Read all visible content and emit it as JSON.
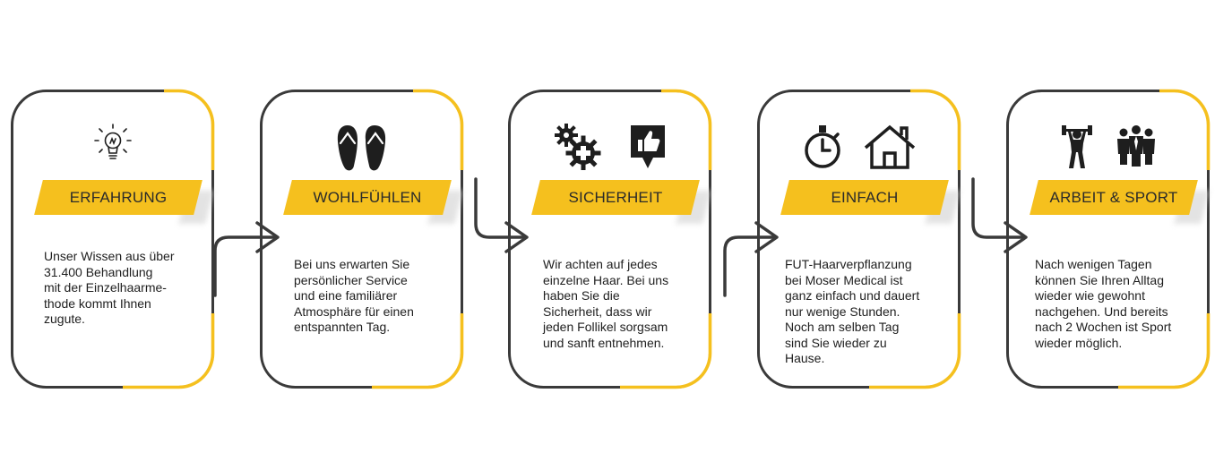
{
  "colors": {
    "accent": "#f5c01e",
    "outline": "#3a3a3a",
    "text": "#1e1e1e"
  },
  "steps": [
    {
      "title": "ERFAHRUNG",
      "icons": [
        "lightbulb-icon"
      ],
      "text": "Unser Wissen aus über\n31.400 Behandlung\nmit der Einzelhaarme-\nthode kommt Ihnen\nzugute."
    },
    {
      "title": "WOHLFÜHLEN",
      "icons": [
        "flip-flops-icon"
      ],
      "text": "Bei uns erwarten Sie\npersönlicher Service\nund eine   familiärer\nAtmosphäre für einen\nentspannten Tag."
    },
    {
      "title": "SICHERHEIT",
      "icons": [
        "gears-cross-icon",
        "thumbs-up-icon"
      ],
      "text": "Wir achten auf jedes\neinzelne Haar. Bei uns\nhaben Sie die\nSicherheit, dass wir\njeden Follikel sorgsam\nund sanft entnehmen."
    },
    {
      "title": "EINFACH",
      "icons": [
        "stopwatch-icon",
        "house-icon"
      ],
      "text": "FUT-Haarverpflanzung\nbei Moser Medical ist\nganz einfach und dauert\nnur wenige Stunden.\nNoch am selben Tag\nsind Sie wieder zu\nHause."
    },
    {
      "title": "ARBEIT & SPORT",
      "icons": [
        "weightlifter-icon",
        "group-people-icon"
      ],
      "text": "Nach wenigen Tagen\nkönnen Sie Ihren Alltag\nwieder wie gewohnt\nnachgehen. Und bereits\nnach 2 Wochen ist Sport\nwieder möglich."
    }
  ]
}
